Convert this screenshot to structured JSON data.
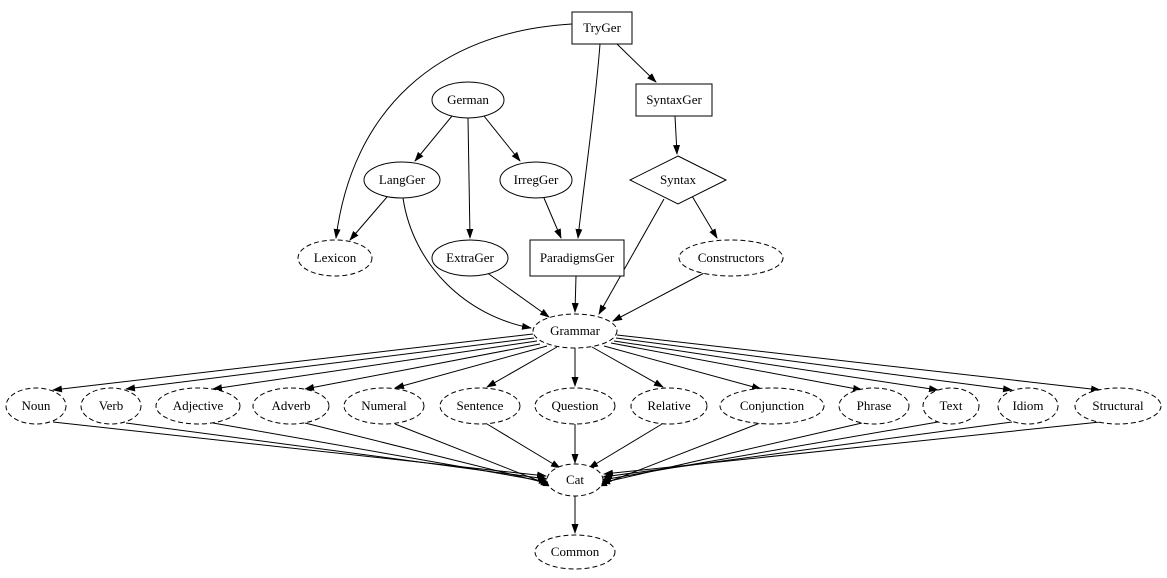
{
  "diagram": {
    "type": "module-dependency-graph",
    "colors": {
      "background": "#ffffff",
      "node_stroke": "#000000",
      "edge": "#000000",
      "text": "#000000"
    },
    "nodes": {
      "TryGer": {
        "label": "TryGer",
        "shape": "box",
        "style": "solid"
      },
      "German": {
        "label": "German",
        "shape": "ellipse",
        "style": "solid"
      },
      "SyntaxGer": {
        "label": "SyntaxGer",
        "shape": "box",
        "style": "solid"
      },
      "LangGer": {
        "label": "LangGer",
        "shape": "ellipse",
        "style": "solid"
      },
      "IrregGer": {
        "label": "IrregGer",
        "shape": "ellipse",
        "style": "solid"
      },
      "Syntax": {
        "label": "Syntax",
        "shape": "diamond",
        "style": "solid"
      },
      "Lexicon": {
        "label": "Lexicon",
        "shape": "ellipse",
        "style": "dashed"
      },
      "ExtraGer": {
        "label": "ExtraGer",
        "shape": "ellipse",
        "style": "solid"
      },
      "ParadigmsGer": {
        "label": "ParadigmsGer",
        "shape": "box",
        "style": "solid"
      },
      "Constructors": {
        "label": "Constructors",
        "shape": "ellipse",
        "style": "dashed"
      },
      "Grammar": {
        "label": "Grammar",
        "shape": "ellipse",
        "style": "dashed"
      },
      "Noun": {
        "label": "Noun",
        "shape": "ellipse",
        "style": "dashed"
      },
      "Verb": {
        "label": "Verb",
        "shape": "ellipse",
        "style": "dashed"
      },
      "Adjective": {
        "label": "Adjective",
        "shape": "ellipse",
        "style": "dashed"
      },
      "Adverb": {
        "label": "Adverb",
        "shape": "ellipse",
        "style": "dashed"
      },
      "Numeral": {
        "label": "Numeral",
        "shape": "ellipse",
        "style": "dashed"
      },
      "Sentence": {
        "label": "Sentence",
        "shape": "ellipse",
        "style": "dashed"
      },
      "Question": {
        "label": "Question",
        "shape": "ellipse",
        "style": "dashed"
      },
      "Relative": {
        "label": "Relative",
        "shape": "ellipse",
        "style": "dashed"
      },
      "Conjunction": {
        "label": "Conjunction",
        "shape": "ellipse",
        "style": "dashed"
      },
      "Phrase": {
        "label": "Phrase",
        "shape": "ellipse",
        "style": "dashed"
      },
      "Text": {
        "label": "Text",
        "shape": "ellipse",
        "style": "dashed"
      },
      "Idiom": {
        "label": "Idiom",
        "shape": "ellipse",
        "style": "dashed"
      },
      "Structural": {
        "label": "Structural",
        "shape": "ellipse",
        "style": "dashed"
      },
      "Cat": {
        "label": "Cat",
        "shape": "ellipse",
        "style": "dashed"
      },
      "Common": {
        "label": "Common",
        "shape": "ellipse",
        "style": "dashed"
      }
    },
    "edges": [
      {
        "from": "TryGer",
        "to": "Lexicon"
      },
      {
        "from": "TryGer",
        "to": "SyntaxGer"
      },
      {
        "from": "TryGer",
        "to": "ParadigmsGer"
      },
      {
        "from": "German",
        "to": "LangGer"
      },
      {
        "from": "German",
        "to": "IrregGer"
      },
      {
        "from": "German",
        "to": "ExtraGer"
      },
      {
        "from": "LangGer",
        "to": "Lexicon"
      },
      {
        "from": "LangGer",
        "to": "Grammar"
      },
      {
        "from": "IrregGer",
        "to": "ParadigmsGer"
      },
      {
        "from": "SyntaxGer",
        "to": "Syntax"
      },
      {
        "from": "Syntax",
        "to": "Constructors"
      },
      {
        "from": "Syntax",
        "to": "Grammar"
      },
      {
        "from": "ExtraGer",
        "to": "Grammar"
      },
      {
        "from": "ParadigmsGer",
        "to": "Grammar"
      },
      {
        "from": "Constructors",
        "to": "Grammar"
      },
      {
        "from": "Grammar",
        "to": "Noun"
      },
      {
        "from": "Grammar",
        "to": "Verb"
      },
      {
        "from": "Grammar",
        "to": "Adjective"
      },
      {
        "from": "Grammar",
        "to": "Adverb"
      },
      {
        "from": "Grammar",
        "to": "Numeral"
      },
      {
        "from": "Grammar",
        "to": "Sentence"
      },
      {
        "from": "Grammar",
        "to": "Question"
      },
      {
        "from": "Grammar",
        "to": "Relative"
      },
      {
        "from": "Grammar",
        "to": "Conjunction"
      },
      {
        "from": "Grammar",
        "to": "Phrase"
      },
      {
        "from": "Grammar",
        "to": "Text"
      },
      {
        "from": "Grammar",
        "to": "Idiom"
      },
      {
        "from": "Grammar",
        "to": "Structural"
      },
      {
        "from": "Noun",
        "to": "Cat"
      },
      {
        "from": "Verb",
        "to": "Cat"
      },
      {
        "from": "Adjective",
        "to": "Cat"
      },
      {
        "from": "Adverb",
        "to": "Cat"
      },
      {
        "from": "Numeral",
        "to": "Cat"
      },
      {
        "from": "Sentence",
        "to": "Cat"
      },
      {
        "from": "Question",
        "to": "Cat"
      },
      {
        "from": "Relative",
        "to": "Cat"
      },
      {
        "from": "Conjunction",
        "to": "Cat"
      },
      {
        "from": "Phrase",
        "to": "Cat"
      },
      {
        "from": "Text",
        "to": "Cat"
      },
      {
        "from": "Idiom",
        "to": "Cat"
      },
      {
        "from": "Structural",
        "to": "Cat"
      },
      {
        "from": "Cat",
        "to": "Common"
      }
    ]
  }
}
